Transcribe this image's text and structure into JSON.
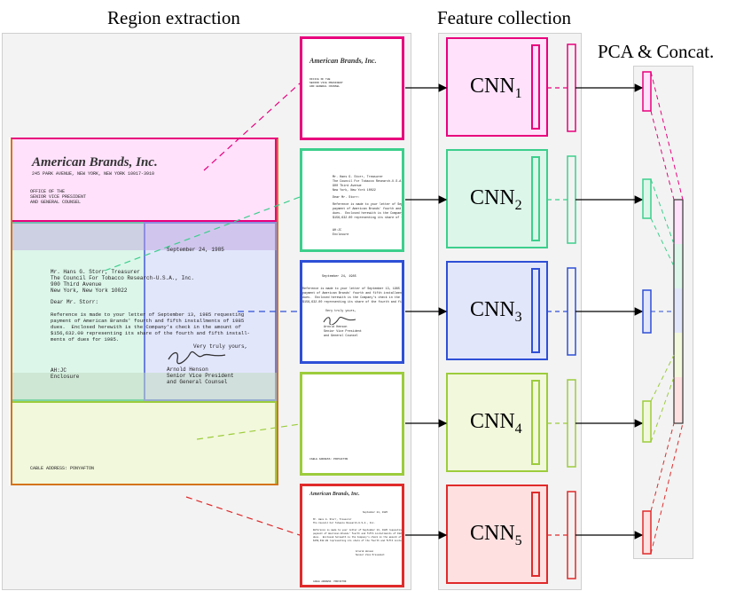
{
  "headers": {
    "region_extraction": "Region extraction",
    "feature_collection": "Feature collection",
    "pca_concat": "PCA & Concat."
  },
  "document": {
    "company": "American Brands, Inc.",
    "address": "245 PARK AVENUE, NEW YORK, NEW YORK 10017-3910",
    "office_lines": [
      "OFFICE OF THE",
      "SENIOR VICE PRESIDENT",
      "AND GENERAL COUNSEL"
    ],
    "date": "September 24, 1985",
    "recipient_lines": [
      "Mr. Hans G. Storr, Treasurer",
      "The Council For Tobacco Research-U.S.A., Inc.",
      "900 Third Avenue",
      "New York, New York 10022"
    ],
    "salutation": "Dear Mr. Storr:",
    "body_lines": [
      "Reference is made to your letter of September 13, 1985 requesting",
      "payment of American Brands' fourth and fifth installments of 1985",
      "dues.  Enclosed herewith is the Company's check in the amount of",
      "$156,632.00 representing its share of the fourth and fifth install-",
      "ments of dues for 1985."
    ],
    "closing": "Very truly yours,",
    "signer_lines": [
      "Arnold Henson",
      "Senior Vice President",
      "and General Counsel"
    ],
    "initials": "AH:JC",
    "enclosure": "Enclosure",
    "footer": "CABLE ADDRESS: PONYAFTON"
  },
  "cnns": [
    {
      "base": "CNN",
      "sub": "1"
    },
    {
      "base": "CNN",
      "sub": "2"
    },
    {
      "base": "CNN",
      "sub": "3"
    },
    {
      "base": "CNN",
      "sub": "4"
    },
    {
      "base": "CNN",
      "sub": "5"
    }
  ],
  "colors": {
    "region1": "#e8007d",
    "region2": "#3ccf8c",
    "region3": "#2e4fd6",
    "region4": "#9ccc3c",
    "region5": "#e02a2a",
    "region1_fill": "#ffe1fb",
    "region2_fill": "#dcf6ea",
    "region3_fill": "#e2e6fb",
    "region4_fill": "#f2f8dc",
    "region5_fill": "#ffe0e0",
    "header_region_border": "#e8007d",
    "outer_region_border": "#d4731a",
    "lower_region_border": "#9ccc3c"
  },
  "icons": [
    "arrow-icon",
    "dashed-connector"
  ]
}
